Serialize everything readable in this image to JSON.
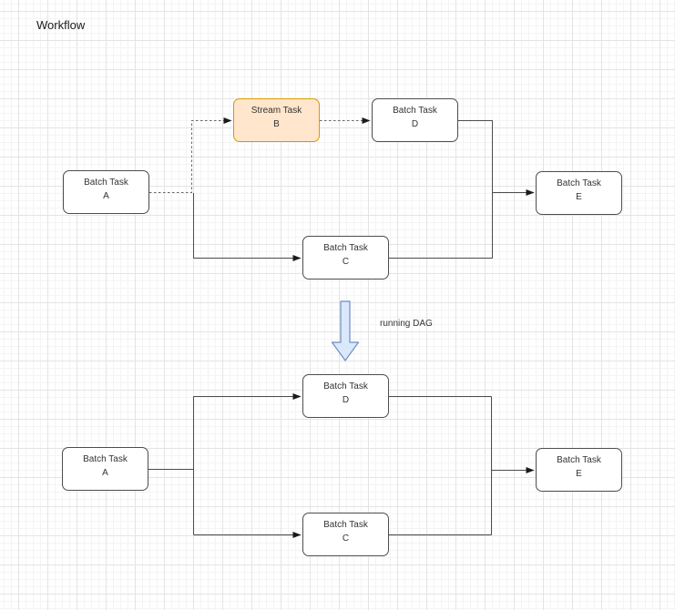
{
  "title": "Workflow",
  "transform": {
    "label": "running DAG",
    "arrow_fill": "#dae8fc",
    "arrow_border": "#6c8ebf"
  },
  "colors": {
    "batch_fill": "#ffffff",
    "batch_border": "#4d4d4d",
    "stream_fill": "#ffe6cc",
    "stream_border": "#d79b00",
    "edge": "#4d4d4d",
    "edge_dashed": "#666666",
    "grid_major": "#e4e4e4",
    "grid_minor": "#f4f4f4"
  },
  "before": {
    "nodes": [
      {
        "id": "A",
        "type_label": "Batch Task",
        "name": "A",
        "shape": "batch"
      },
      {
        "id": "B",
        "type_label": "Stream Task",
        "name": "B",
        "shape": "stream"
      },
      {
        "id": "D",
        "type_label": "Batch Task",
        "name": "D",
        "shape": "batch"
      },
      {
        "id": "C",
        "type_label": "Batch Task",
        "name": "C",
        "shape": "batch"
      },
      {
        "id": "E",
        "type_label": "Batch Task",
        "name": "E",
        "shape": "batch"
      }
    ],
    "edges": [
      {
        "from": "A",
        "to": "B",
        "style": "dashed"
      },
      {
        "from": "B",
        "to": "D",
        "style": "dashed"
      },
      {
        "from": "A",
        "to": "C",
        "style": "solid"
      },
      {
        "from": "D",
        "to": "E",
        "style": "solid"
      },
      {
        "from": "C",
        "to": "E",
        "style": "solid"
      }
    ]
  },
  "after": {
    "nodes": [
      {
        "id": "A",
        "type_label": "Batch Task",
        "name": "A",
        "shape": "batch"
      },
      {
        "id": "D",
        "type_label": "Batch Task",
        "name": "D",
        "shape": "batch"
      },
      {
        "id": "C",
        "type_label": "Batch Task",
        "name": "C",
        "shape": "batch"
      },
      {
        "id": "E",
        "type_label": "Batch Task",
        "name": "E",
        "shape": "batch"
      }
    ],
    "edges": [
      {
        "from": "A",
        "to": "D",
        "style": "solid"
      },
      {
        "from": "A",
        "to": "C",
        "style": "solid"
      },
      {
        "from": "D",
        "to": "E",
        "style": "solid"
      },
      {
        "from": "C",
        "to": "E",
        "style": "solid"
      }
    ]
  }
}
